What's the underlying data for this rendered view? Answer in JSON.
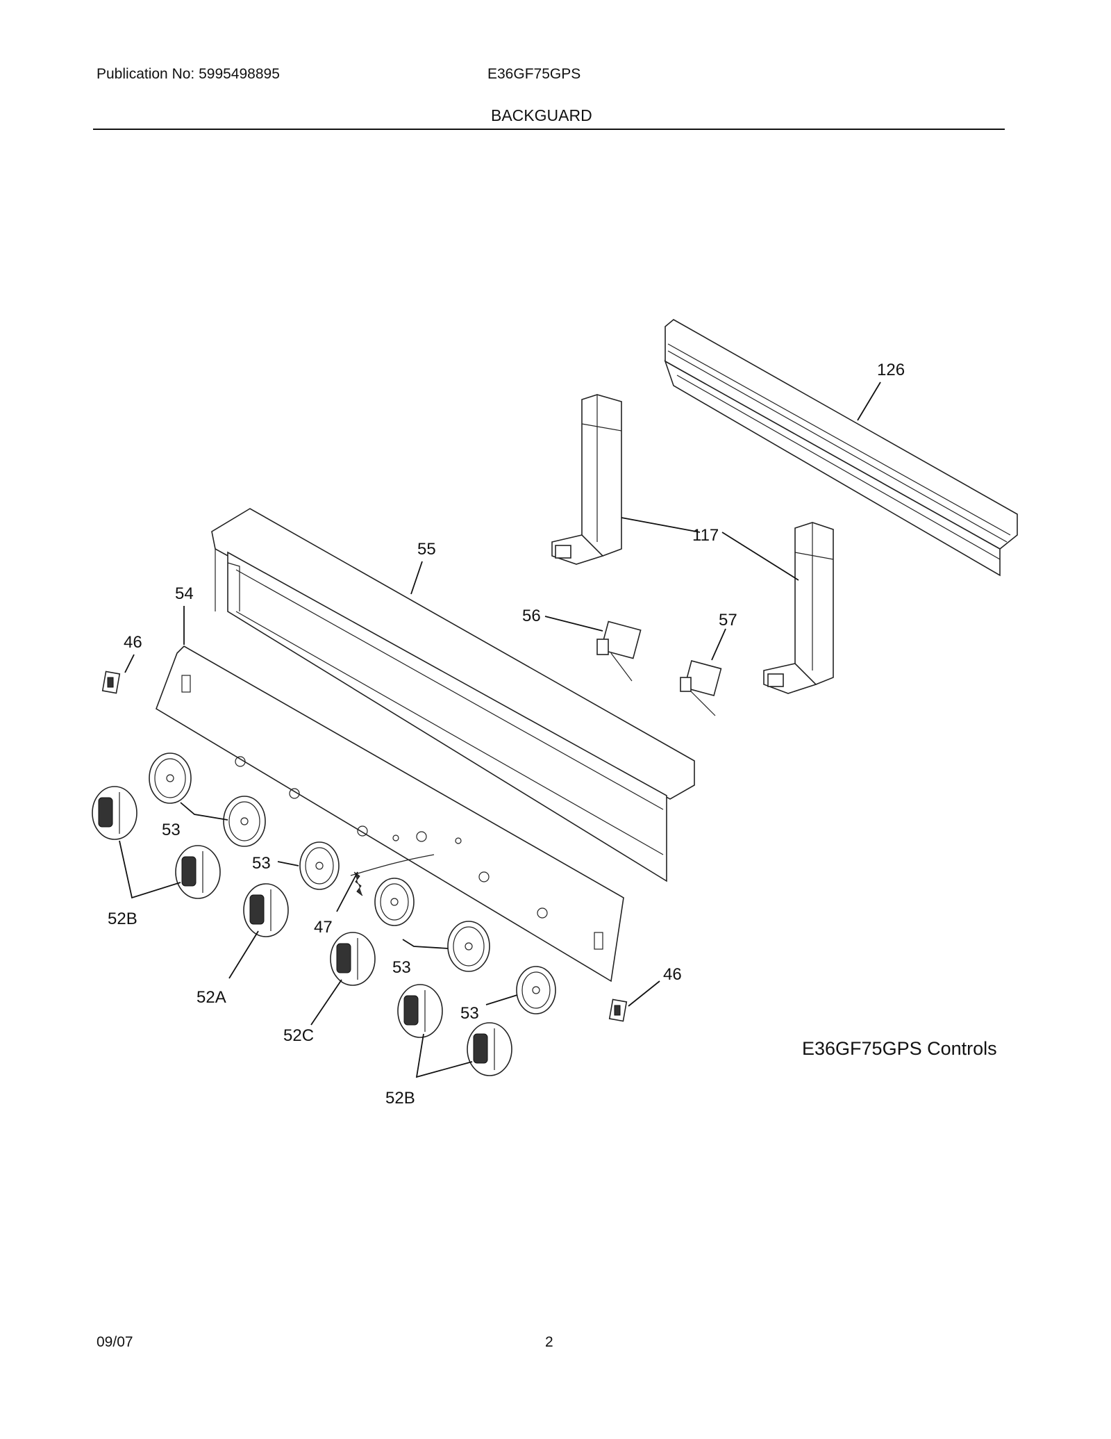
{
  "header": {
    "publication": "Publication No: 5995498895",
    "model": "E36GF75GPS",
    "section": "BACKGUARD"
  },
  "diagram": {
    "caption": "E36GF75GPS Controls",
    "labels": {
      "l126": "126",
      "l117": "117",
      "l55": "55",
      "l54": "54",
      "l56": "56",
      "l57": "57",
      "l46a": "46",
      "l46b": "46",
      "l53a": "53",
      "l53b": "53",
      "l53c": "53",
      "l53d": "53",
      "l52Ba": "52B",
      "l52Bb": "52B",
      "l52A": "52A",
      "l52C": "52C",
      "l47": "47"
    }
  },
  "footer": {
    "date": "09/07",
    "page": "2"
  }
}
